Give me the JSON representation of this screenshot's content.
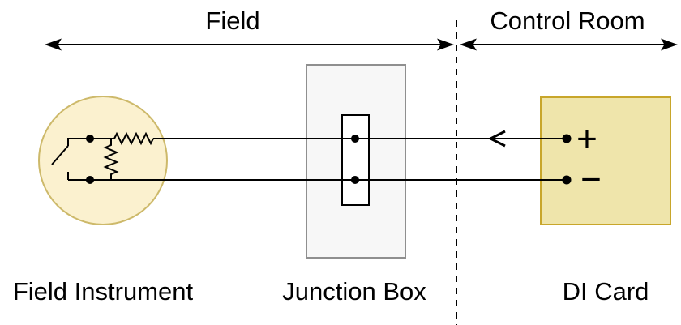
{
  "diagram": {
    "top": {
      "field_label": "Field",
      "control_room_label": "Control Room"
    },
    "bottom_labels": {
      "field_instrument": "Field Instrument",
      "junction_box": "Junction Box",
      "di_card": "DI Card"
    },
    "di_card": {
      "plus": "+",
      "minus": "−"
    },
    "colors": {
      "field_instrument_fill": "#FBF1CF",
      "field_instrument_stroke": "#CDB96A",
      "junction_box_fill": "#F7F7F7",
      "junction_box_stroke": "#8F8F8F",
      "terminal_strip_fill": "#FFFFFF",
      "terminal_strip_stroke": "#000000",
      "di_card_fill": "#EFE5AB",
      "di_card_stroke": "#C8A62B",
      "wire": "#000000"
    }
  }
}
